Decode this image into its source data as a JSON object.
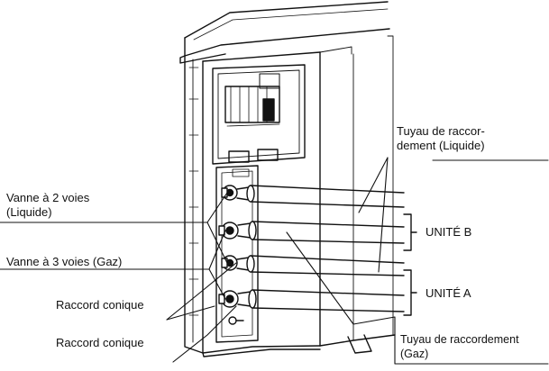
{
  "labels": {
    "vanne_2_voies_l1": "Vanne à 2 voies",
    "vanne_2_voies_l2": "(Liquide)",
    "vanne_3_voies": "Vanne à 3 voies (Gaz)",
    "raccord_conique_1": "Raccord conique",
    "raccord_conique_2": "Raccord conique",
    "tuyau_liquide_l1": "Tuyau de raccor-",
    "tuyau_liquide_l2": "dement (Liquide)",
    "unite_b": "UNITÉ B",
    "unite_a": "UNITÉ A",
    "tuyau_gaz_l1": "Tuyau de raccordement",
    "tuyau_gaz_l2": "(Gaz)"
  }
}
